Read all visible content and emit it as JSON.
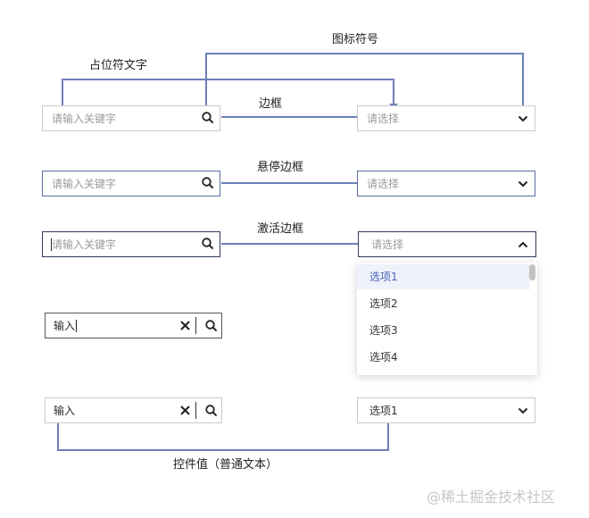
{
  "annotations": {
    "placeholder_text": "占位符文字",
    "icon_symbol": "图标符号",
    "border": "边框",
    "hover_border": "悬停边框",
    "active_border": "激活边框",
    "control_value": "控件值（普通文本）"
  },
  "search": {
    "placeholder": "请输入关键字",
    "typed_value": "输入",
    "search_icon": "search-icon",
    "clear_icon": "close-icon"
  },
  "select": {
    "placeholder": "请选择",
    "selected_value": "选项1",
    "options": [
      "选项1",
      "选项2",
      "选项3",
      "选项4"
    ],
    "chevron_down_icon": "chevron-down-icon",
    "chevron_up_icon": "chevron-up-icon"
  },
  "colors": {
    "connector": "#6b7fb8",
    "border_default": "#c9c9c9",
    "border_hover": "#5a6c9e",
    "border_active": "#2e3b5c",
    "option_selected_bg": "#eef2fb",
    "option_selected_text": "#4a62b8"
  },
  "watermark": "@稀土掘金技术社区"
}
